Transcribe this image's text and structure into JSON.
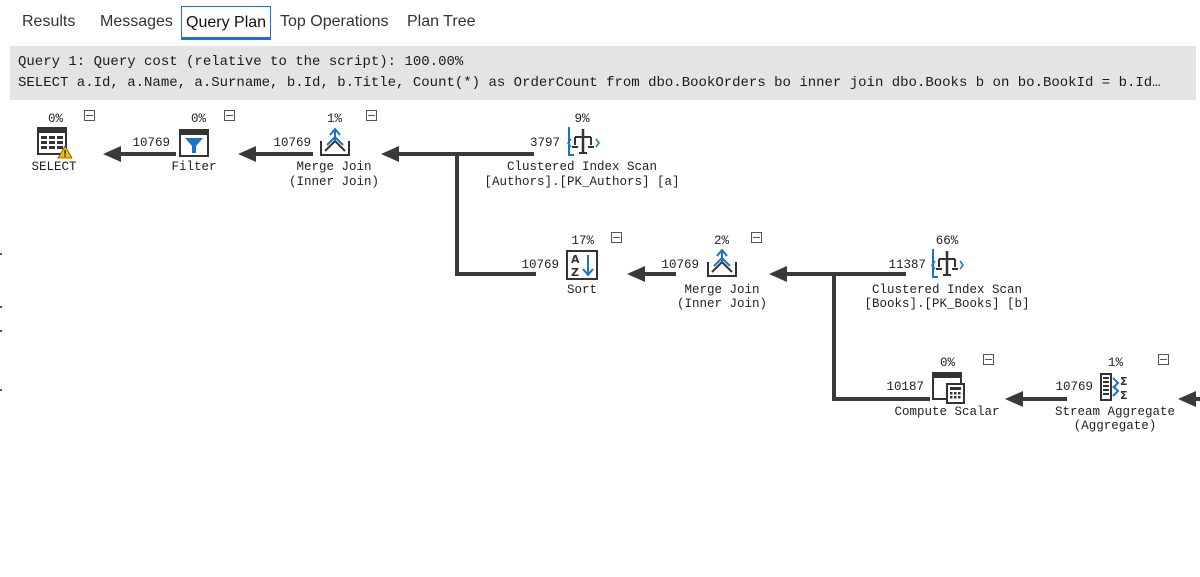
{
  "tabs": {
    "results": "Results",
    "messages": "Messages",
    "query_plan": "Query Plan",
    "top_operations": "Top Operations",
    "plan_tree": "Plan Tree"
  },
  "query": {
    "cost_line": "Query 1: Query cost (relative to the script): 100.00%",
    "sql_line": "SELECT a.Id, a.Name, a.Surname, b.Id, b.Title, Count(*) as OrderCount from dbo.BookOrders bo inner join dbo.Books b on bo.BookId = b.Id…"
  },
  "plan": {
    "select": {
      "cost": "0%",
      "name": "SELECT",
      "icon": "table-warning-icon"
    },
    "filter": {
      "cost": "0%",
      "name": "Filter",
      "rows_in": "10769",
      "icon": "filter-icon"
    },
    "merge_join_1": {
      "cost": "1%",
      "name": "Merge Join",
      "sub": "(Inner Join)",
      "rows_in": "10769",
      "icon": "merge-join-icon"
    },
    "authors_scan": {
      "cost": "9%",
      "name": "Clustered Index Scan",
      "sub": "[Authors].[PK_Authors] [a]",
      "rows_in": "3797",
      "icon": "clustered-index-scan-icon"
    },
    "sort": {
      "cost": "17%",
      "name": "Sort",
      "rows_in": "10769",
      "icon": "sort-az-icon"
    },
    "merge_join_2": {
      "cost": "2%",
      "name": "Merge Join",
      "sub": "(Inner Join)",
      "rows_in": "10769",
      "icon": "merge-join-icon"
    },
    "books_scan": {
      "cost": "66%",
      "name": "Clustered Index Scan",
      "sub": "[Books].[PK_Books] [b]",
      "rows_in": "11387",
      "icon": "clustered-index-scan-icon"
    },
    "compute_scalar": {
      "cost": "0%",
      "name": "Compute Scalar",
      "rows_in": "10187",
      "icon": "compute-scalar-icon"
    },
    "stream_aggregate": {
      "cost": "1%",
      "name": "Stream Aggregate",
      "sub": "(Aggregate)",
      "rows_in": "10769",
      "icon": "stream-aggregate-icon"
    }
  },
  "colors": {
    "accent": "#1f6fd6",
    "header_bg": "#e4e4e4",
    "connector": "#3a3a3a",
    "icon_blue": "#1a72c9"
  }
}
